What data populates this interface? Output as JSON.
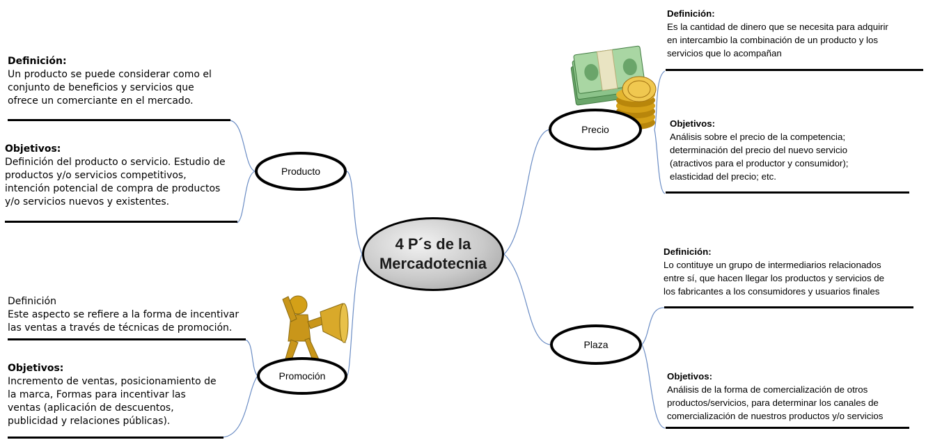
{
  "center": {
    "line1": "4 P´s de la",
    "line2": "Mercadotecnia"
  },
  "nodes": {
    "producto": "Producto",
    "precio": "Precio",
    "plaza": "Plaza",
    "promocion": "Promoción"
  },
  "producto": {
    "definicion": {
      "head": "Definición:",
      "lines": [
        "Un producto se puede considerar como el",
        "conjunto de beneficios y servicios que",
        "ofrece un comerciante en el mercado."
      ]
    },
    "objetivos": {
      "head": "Objetivos:",
      "lines": [
        "Definición del producto o servicio. Estudio de",
        "productos y/o servicios competitivos,",
        "intención potencial de compra de productos",
        "y/o servicios nuevos  y existentes."
      ]
    }
  },
  "promocion": {
    "definicion": {
      "head": "Definición",
      "lines": [
        "Este aspecto se refiere  a la forma de incentivar",
        "las  ventas a través de técnicas de promoción."
      ]
    },
    "objetivos": {
      "head": "Objetivos:",
      "lines": [
        "Incremento de ventas, posicionamiento de",
        "la marca, Formas para incentivar las",
        "ventas (aplicación de descuentos,",
        "publicidad y relaciones públicas)."
      ]
    }
  },
  "precio": {
    "definicion": {
      "head": "Definición:",
      "lines": [
        "Es la cantidad de dinero que se necesita para adquirir",
        "en intercambio la combinación de un producto y los",
        "servicios que lo acompañan"
      ]
    },
    "objetivos": {
      "head": "Objetivos:",
      "lines": [
        "Análisis sobre el precio de la competencia;",
        "determinación del precio del nuevo servicio",
        "(atractivos para el productor y consumidor);",
        "elasticidad del precio; etc."
      ]
    }
  },
  "plaza": {
    "definicion": {
      "head": "Definición:",
      "lines": [
        "Lo contituye un grupo de intermediarios relacionados",
        "entre sí, que hacen llegar los productos y servicios de",
        "los fabricantes a los consumidores y usuarios finales"
      ]
    },
    "objetivos": {
      "head": "Objetivos:",
      "lines": [
        "Análisis de la forma de comercialización de otros",
        "productos/servicios, para determinar los canales de",
        "comercialización de nuestros productos y/o servicios"
      ]
    }
  },
  "icons": [
    "money-icon",
    "megaphone-figure-icon"
  ],
  "colors": {
    "connector": "#5b7fb8",
    "hub_fill": "#c9c9c9",
    "underline": "#000000"
  }
}
